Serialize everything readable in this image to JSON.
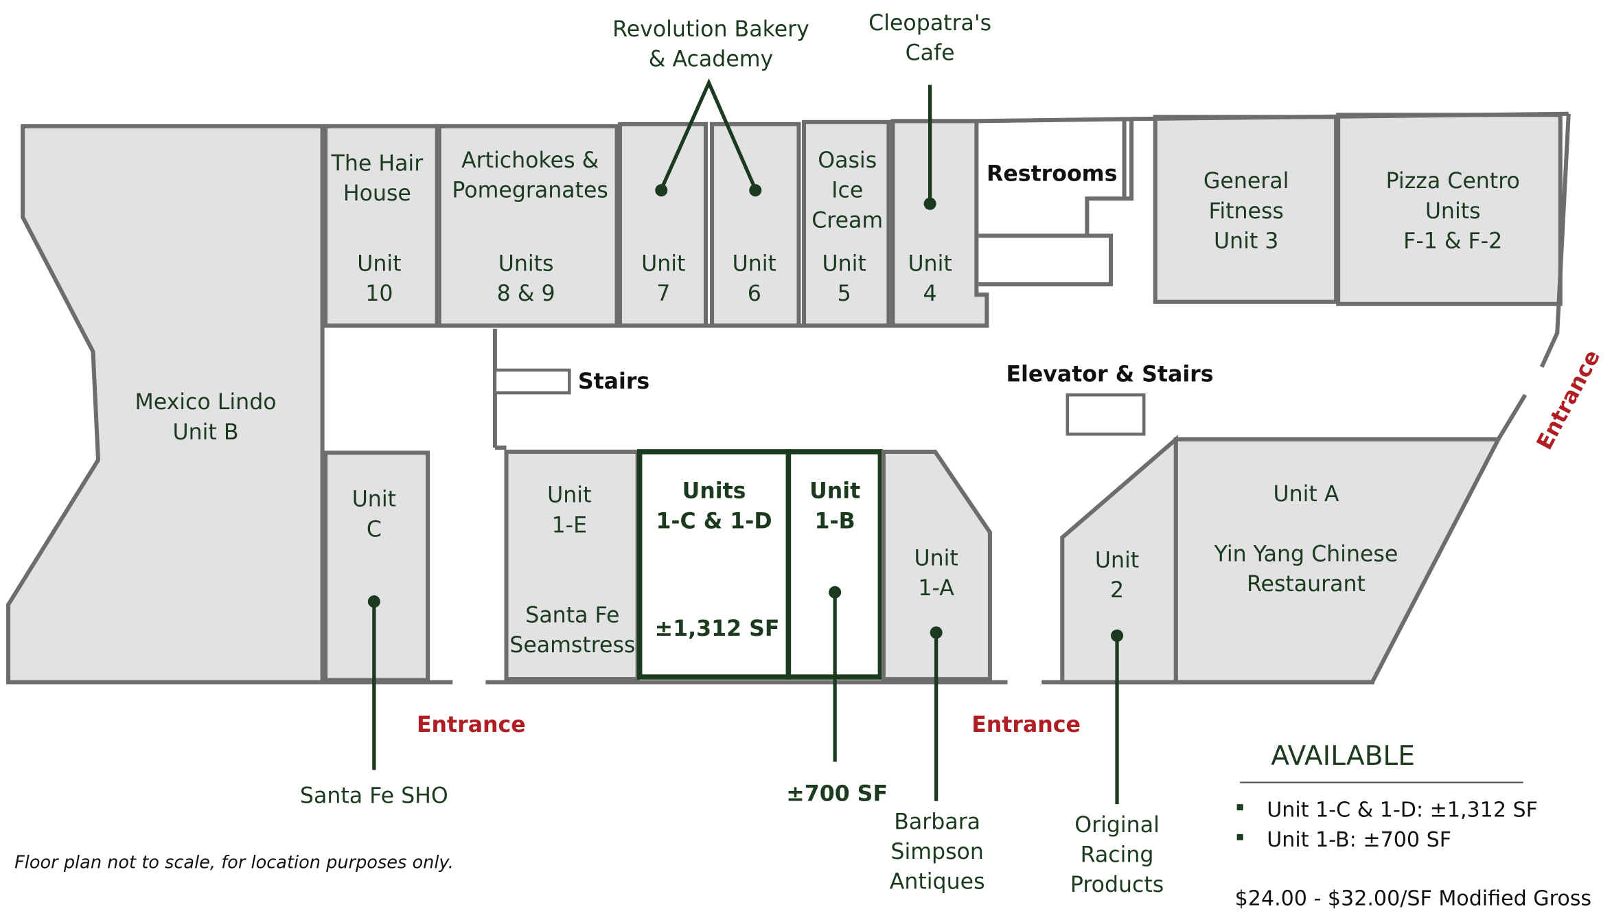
{
  "units": {
    "mexico_lindo": [
      "Mexico Lindo",
      "Unit B"
    ],
    "hair_house": [
      "The Hair",
      "House",
      "Unit",
      "10"
    ],
    "artichokes": [
      "Artichokes &",
      "Pomegranates",
      "Units",
      "8 & 9"
    ],
    "unit7": [
      "Unit",
      "7"
    ],
    "unit6": [
      "Unit",
      "6"
    ],
    "oasis": [
      "Oasis",
      "Ice",
      "Cream",
      "Unit",
      "5"
    ],
    "unit4": [
      "Unit",
      "4"
    ],
    "restrooms": "Restrooms",
    "general_fitness": [
      "General",
      "Fitness",
      "Unit 3"
    ],
    "pizza_centro": [
      "Pizza Centro",
      "Units",
      "F-1 & F-2"
    ],
    "stairs": "Stairs",
    "elevator": "Elevator & Stairs",
    "unit_c": [
      "Unit",
      "C"
    ],
    "unit_1e": [
      "Unit",
      "1-E",
      "Santa Fe",
      "Seamstress"
    ],
    "unit_1cd": [
      "Units",
      "1-C & 1-D",
      "±1,312 SF"
    ],
    "unit_1b": [
      "Unit",
      "1-B"
    ],
    "unit_1a": [
      "Unit",
      "1-A"
    ],
    "unit_2": [
      "Unit",
      "2"
    ],
    "unit_a": [
      "Unit A",
      "Yin Yang Chinese",
      "Restaurant"
    ]
  },
  "callouts": {
    "revolution": [
      "Revolution Bakery",
      "& Academy"
    ],
    "cleopatra": [
      "Cleopatra's",
      "Cafe"
    ],
    "santa_fe_sho": "Santa Fe SHO",
    "unit_1b_size": "±700 SF",
    "barbara": [
      "Barbara",
      "Simpson",
      "Antiques"
    ],
    "original_racing": [
      "Original",
      "Racing",
      "Products"
    ]
  },
  "entrances": [
    "Entrance",
    "Entrance",
    "Entrance"
  ],
  "legend": {
    "title": "AVAILABLE",
    "items": [
      "Unit 1-C & 1-D: ±1,312 SF",
      "Unit 1-B: ±700 SF"
    ],
    "price": "$24.00 - $32.00/SF Modified Gross"
  },
  "disclaimer": "Floor plan not to scale, for location purposes only.",
  "colors": {
    "unit_fill": "#e2e2e4",
    "wall": "#6d6d6d",
    "text": "#1c3a1e",
    "entrance": "#b01e23"
  }
}
